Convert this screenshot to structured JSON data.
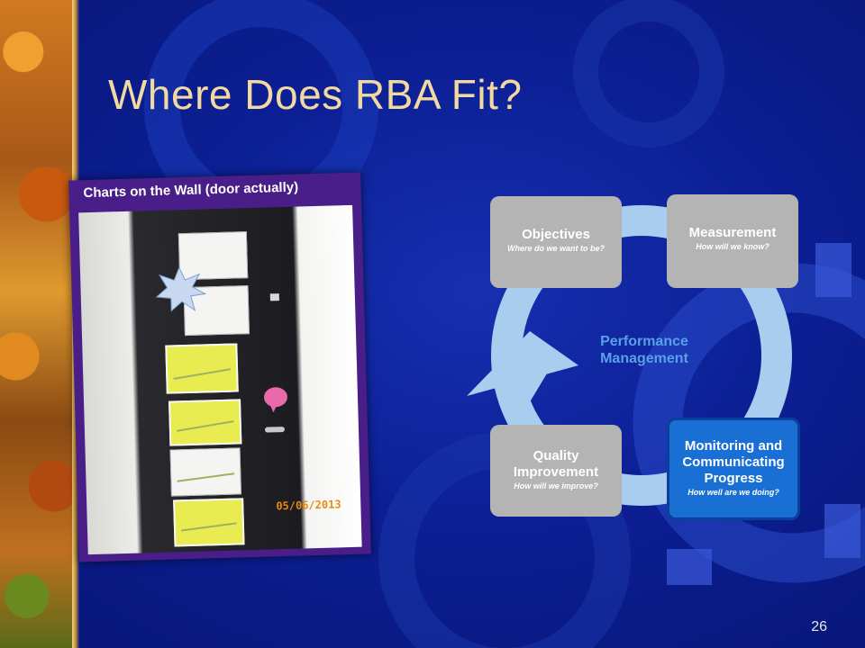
{
  "slide": {
    "title": "Where Does RBA Fit?",
    "page_number": "26"
  },
  "photo": {
    "caption": "Charts on the Wall (door actually)",
    "date_stamp": "05/06/2013"
  },
  "diagram": {
    "center_label_line1": "Performance",
    "center_label_line2": "Management",
    "boxes": [
      {
        "title": "Objectives",
        "subtitle": "Where do we want to be?"
      },
      {
        "title": "Measurement",
        "subtitle": "How will we know?"
      },
      {
        "title_line1": "Monitoring and",
        "title_line2": "Communicating",
        "title_line3": "Progress",
        "subtitle": "How well are we doing?"
      },
      {
        "title_line1": "Quality",
        "title_line2": "Improvement",
        "subtitle": "How will we improve?"
      }
    ]
  },
  "colors": {
    "background": "#0c1f95",
    "title": "#f2d9a0",
    "cycle_arrow": "#a9cdee",
    "box_grey": "#b4b4b4",
    "box_highlight": "#1a6fd4"
  }
}
